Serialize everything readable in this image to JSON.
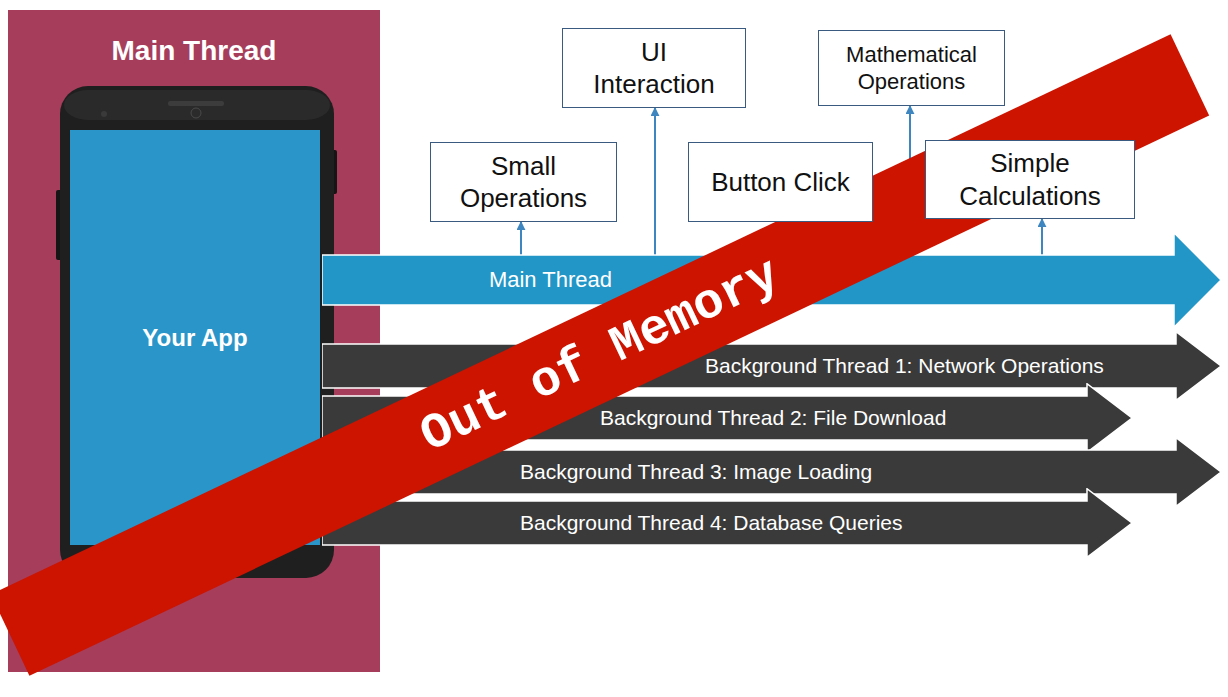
{
  "diagram": {
    "nodes": [
      {
        "text": [
          "Main Thread"
        ]
      },
      {
        "text": [
          "Your App"
        ],
        "in": 0
      },
      {
        "text": [
          "UI Interaction"
        ]
      },
      {
        "text": [
          "Mathematical Operations"
        ]
      },
      {
        "text": [
          "Small Operations"
        ]
      },
      {
        "text": [
          "Button Click"
        ]
      },
      {
        "text": [
          "Simple Calculations"
        ]
      },
      {
        "text": [
          "Main Thread"
        ]
      },
      {
        "text": [
          "Background Thread 1: Network Operations"
        ]
      },
      {
        "text": [
          "Background Thread 2: File Download"
        ]
      },
      {
        "text": [
          "Background Thread 3: Image Loading"
        ]
      },
      {
        "text": [
          "Background Thread 4: Database Queries"
        ]
      },
      {
        "text": [
          "Out of Memory"
        ]
      }
    ],
    "edges": [
      {
        "from": 7,
        "to": 4,
        "arrow": "to"
      },
      {
        "from": 7,
        "to": 2,
        "arrow": "to"
      },
      {
        "from": 7,
        "to": 5,
        "arrow": "to"
      },
      {
        "from": 7,
        "to": 3,
        "arrow": "to"
      },
      {
        "from": 7,
        "to": 6,
        "arrow": "to"
      }
    ]
  }
}
